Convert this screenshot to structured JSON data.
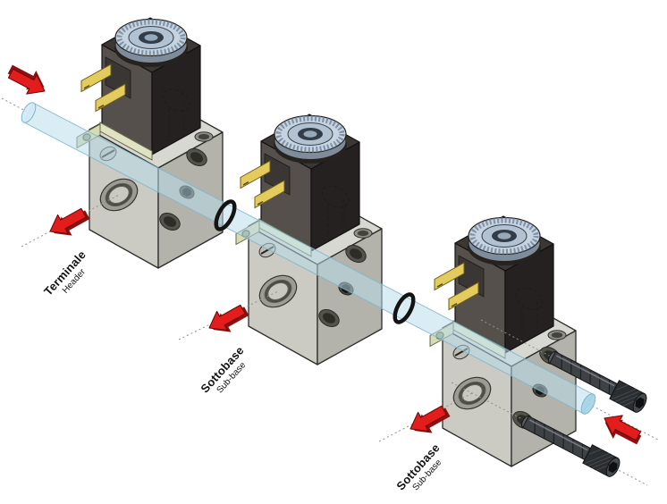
{
  "diagram": {
    "labels": [
      {
        "title": "Terminale",
        "subtitle": "Header"
      },
      {
        "title": "Sottobase",
        "subtitle": "Sub-base"
      },
      {
        "title": "Sottobase",
        "subtitle": "Sub-base"
      }
    ],
    "colors": {
      "arrow-red": "#e31c1c",
      "arrow-dark": "#8f0f0f",
      "tube-blue": "#b8ddec",
      "tube-edge": "#7fb5cc",
      "body-top": "#d8d8d2",
      "body-left": "#cbcbc3",
      "body-right": "#b3b3ab",
      "coil-left": "#55504b",
      "coil-right": "#242120",
      "coil-top": "#3a3734",
      "knob-face": "#c6d3e0",
      "knob-ring": "#b3c2d2",
      "connector-gold": "#e3cb5e",
      "plate-green": "#dfe3c4",
      "screw-body": "#3f4245",
      "screw-head": "#2b2e30",
      "outline": "#2b2b28"
    }
  }
}
